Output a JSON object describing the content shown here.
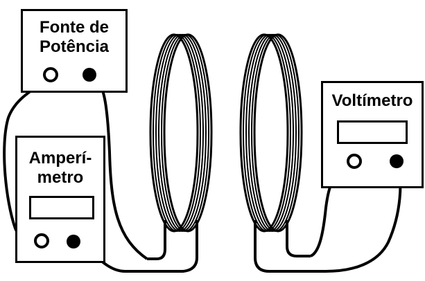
{
  "fonte": {
    "line1": "Fonte de",
    "line2": "Potência"
  },
  "amperimetro": {
    "line1": "Amperí-",
    "line2": "metro"
  },
  "voltimetro": {
    "label": "Voltímetro"
  },
  "colors": {
    "ink": "#000000",
    "background": "#ffffff"
  },
  "icons": {
    "open_terminal": "open-circle",
    "filled_terminal": "filled-circle"
  }
}
